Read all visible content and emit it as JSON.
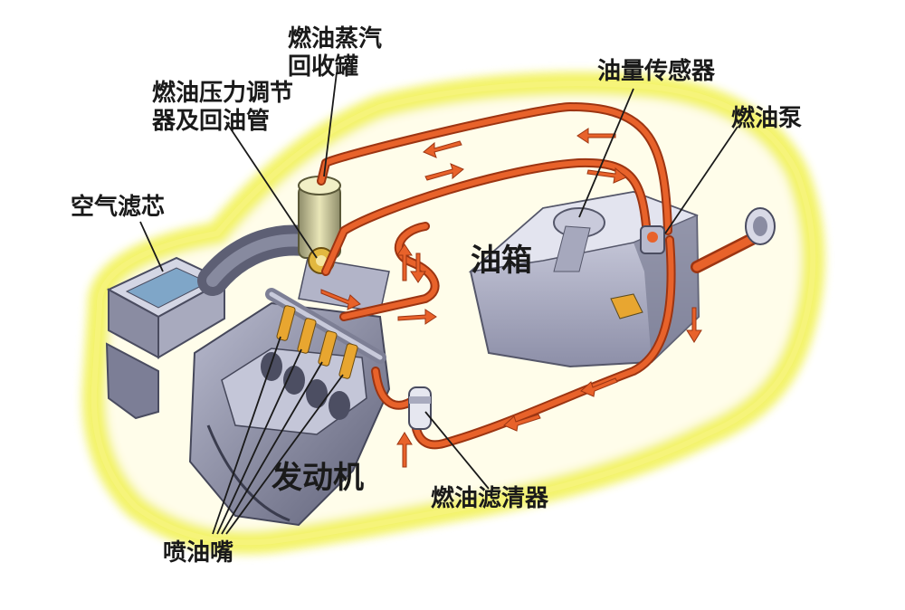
{
  "labels": {
    "vapor_canister": [
      "燃油蒸汽",
      "回收罐"
    ],
    "pressure_regulator": [
      "燃油压力调节",
      "器及回油管"
    ],
    "fuel_level_sensor": "油量传感器",
    "fuel_pump": "燃油泵",
    "air_filter": "空气滤芯",
    "fuel_tank": "油箱",
    "engine": "发动机",
    "fuel_filter": "燃油滤清器",
    "injector": "喷油嘴"
  },
  "colors": {
    "fuel_line": "#e8622a",
    "fuel_line_edge": "#9c3512",
    "body_outline": "#f2f25a",
    "metal_dark": "#6e7086",
    "metal_mid": "#9a9cb2",
    "metal_light": "#cfd1e0",
    "injector": "#e8a630"
  },
  "icons": [
    "arrow-icon"
  ]
}
